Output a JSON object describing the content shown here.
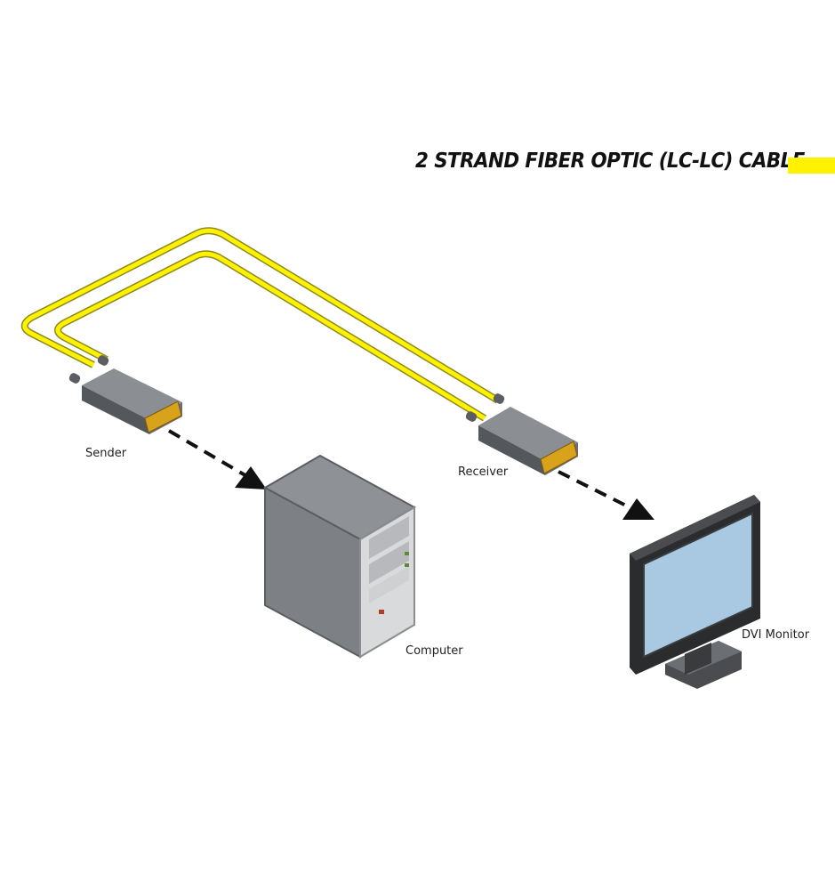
{
  "legend": {
    "title": "2 STRAND FIBER OPTIC (LC-LC) CABLE",
    "swatch_color": "#fff200"
  },
  "devices": {
    "sender": {
      "label": "Sender",
      "icon": "fiber-transmitter-icon"
    },
    "receiver": {
      "label": "Receiver",
      "icon": "fiber-receiver-icon"
    },
    "computer": {
      "label": "Computer",
      "icon": "computer-tower-icon"
    },
    "monitor": {
      "label": "DVI Monitor",
      "icon": "monitor-icon"
    }
  },
  "colors": {
    "fiber": "#fff200",
    "module_body": "#6b6e72",
    "connector": "#d9a21b",
    "screen": "#a9c8e2",
    "arrow": "#111111"
  }
}
